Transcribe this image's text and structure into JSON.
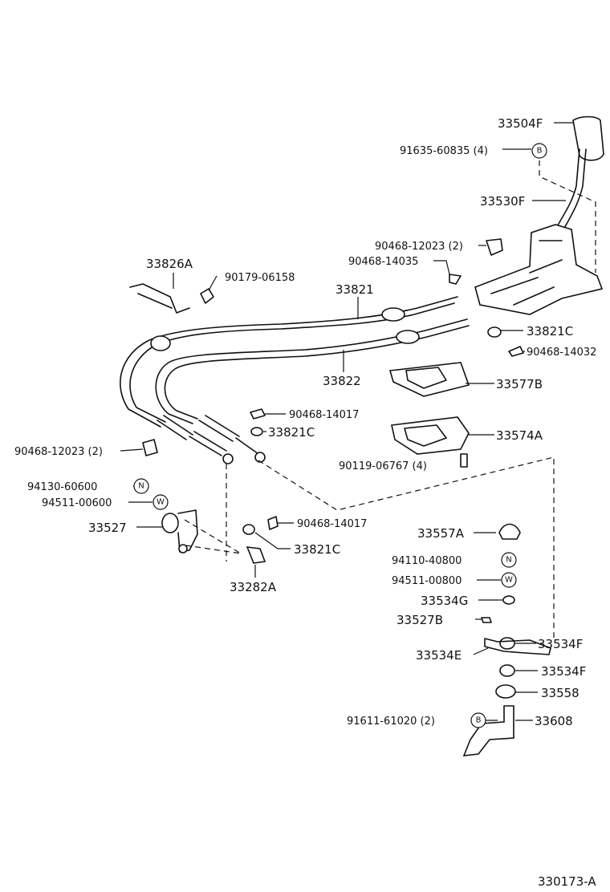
{
  "labels": {
    "l33504F": "33504F",
    "l91635": "91635-60835 (4)",
    "l33530F": "33530F",
    "l90468_12023_top": "90468-12023 (2)",
    "l90468_14035": "90468-14035",
    "l33826A": "33826A",
    "l90179": "90179-06158",
    "l33821": "33821",
    "l33821C_top": "33821C",
    "l90468_14032": "90468-14032",
    "l33822": "33822",
    "l33577B": "33577B",
    "l90468_14017_a": "90468-14017",
    "l33821C_mid": "33821C",
    "l33574A": "33574A",
    "l90468_12023_left": "90468-12023 (2)",
    "l90119": "90119-06767 (4)",
    "l94130": "94130-60600",
    "l94511_00600": "94511-00600",
    "l33527": "33527",
    "l90468_14017_b": "90468-14017",
    "l33821C_low": "33821C",
    "l33282A": "33282A",
    "l33557A": "33557A",
    "l94110": "94110-40800",
    "l94511_00800": "94511-00800",
    "l33534G": "33534G",
    "l33527B": "33527B",
    "l33534F_a": "33534F",
    "l33534E": "33534E",
    "l33534F_b": "33534F",
    "l33558": "33558",
    "l91611": "91611-61020 (2)",
    "l33608": "33608",
    "figure_code": "330173-A"
  },
  "symbols": {
    "bolt": "B",
    "nut": "N",
    "washer": "W"
  }
}
